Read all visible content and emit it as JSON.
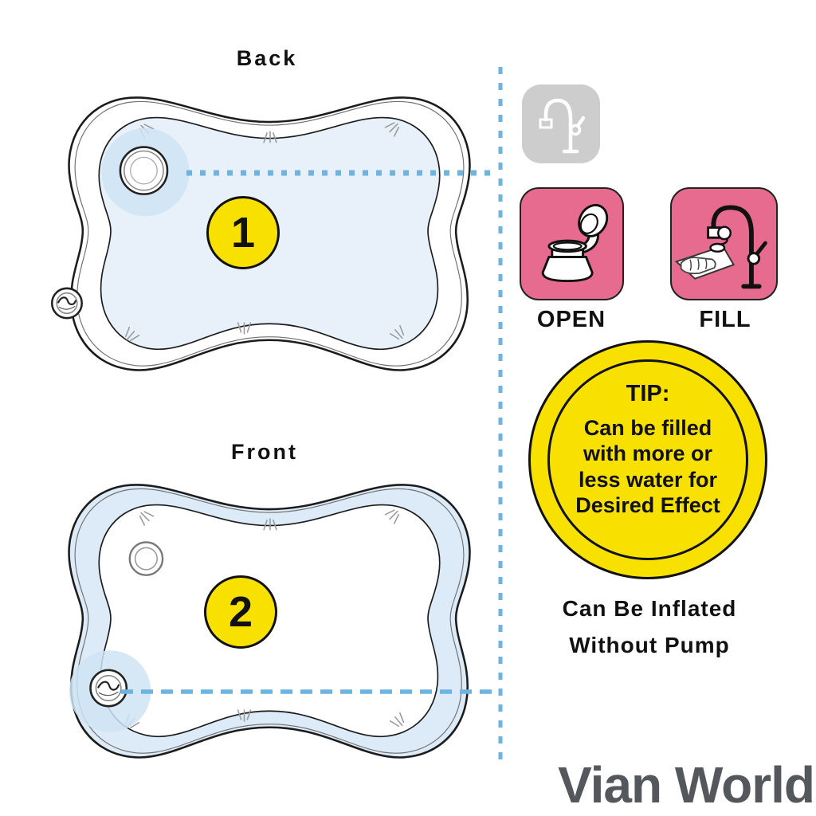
{
  "back_view": {
    "label": "Back",
    "step": "1"
  },
  "front_view": {
    "label": "Front",
    "step": "2"
  },
  "instructions": {
    "open_label": "OPEN",
    "fill_label": "FILL"
  },
  "tip": {
    "title": "TIP:",
    "line1": "Can be filled",
    "line2": "with more or",
    "line3": "less water for",
    "line4": "Desired Effect"
  },
  "note": {
    "line1": "Can Be Inflated",
    "line2": "Without Pump"
  },
  "brand": "Vian World",
  "icons": {
    "tap": "faucet-icon",
    "open": "open-valve-icon",
    "fill": "fill-faucet-icon",
    "valve": "air-valve-icon"
  },
  "colors": {
    "yellow": "#F8E100",
    "pink": "#E66B8E",
    "blue_dash": "#6FB3DF",
    "light_blue": "#E8F1FA",
    "tube_blue": "#DCEBF7",
    "glow_blue": "#CFE4F4",
    "gray_box": "#CDCDCD",
    "logo_gray": "#54585C"
  }
}
